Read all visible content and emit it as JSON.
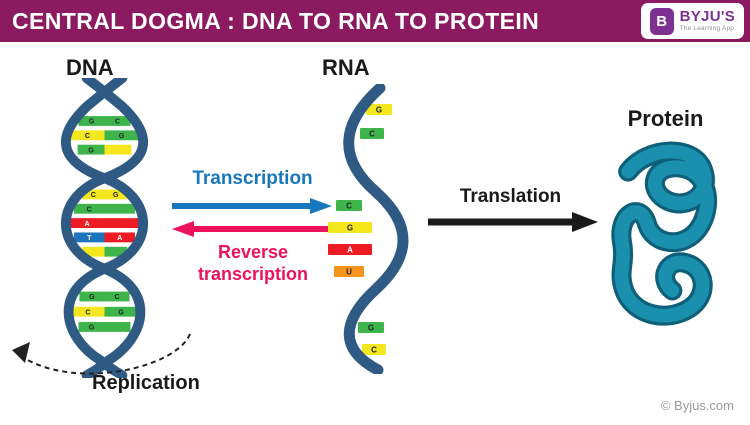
{
  "banner": {
    "title": "CENTRAL DOGMA : DNA TO RNA TO PROTEIN"
  },
  "logo": {
    "initial": "B",
    "brand": "BYJU'S",
    "tagline": "The Learning App"
  },
  "labels": {
    "dna": "DNA",
    "rna": "RNA",
    "protein": "Protein",
    "transcription": "Transcription",
    "reverse_transcription": "Reverse transcription",
    "translation": "Translation",
    "replication": "Replication"
  },
  "copyright": "© Byjus.com",
  "colors": {
    "banner_bg": "#8C1A60",
    "logo_purple": "#7D3091",
    "tagline_gray": "#8E8E8E",
    "transcription_blue": "#1878BE",
    "reverse_pink": "#EC135C",
    "arrow_black": "#1A1A1A",
    "strand_blue": "#2F5A84",
    "protein_teal": "#1B8FAE",
    "protein_outline": "#0E5F78",
    "base_green": "#3DB54A",
    "base_yellow": "#F5E71E",
    "base_red": "#ED1C24",
    "base_blue": "#1C75BC",
    "base_orange": "#F7941D",
    "text_dark": "#1A1A1A",
    "copyright_gray": "#9B9B9B"
  },
  "dna_base_pairs": [
    {
      "l": "G",
      "r": "C",
      "lc": "green",
      "rc": "green"
    },
    {
      "l": "C",
      "r": "G",
      "lc": "yellow",
      "rc": "green"
    },
    {
      "l": "G",
      "r": "",
      "lc": "green",
      "rc": "yellow"
    },
    {
      "l": "C",
      "r": "G",
      "lc": "yellow",
      "rc": "yellow"
    },
    {
      "l": "C",
      "r": "",
      "lc": "green",
      "rc": "green"
    },
    {
      "l": "A",
      "r": "",
      "lc": "red",
      "rc": "red"
    },
    {
      "l": "T",
      "r": "A",
      "lc": "blue",
      "rc": "red"
    },
    {
      "l": "",
      "r": "",
      "lc": "yellow",
      "rc": "green"
    },
    {
      "l": "G",
      "r": "C",
      "lc": "green",
      "rc": "green"
    },
    {
      "l": "C",
      "r": "G",
      "lc": "yellow",
      "rc": "green"
    },
    {
      "l": "G",
      "r": "",
      "lc": "green",
      "rc": "green"
    }
  ],
  "rna_bases": [
    {
      "t": "G",
      "c": "yellow"
    },
    {
      "t": "C",
      "c": "green"
    },
    {
      "t": "C",
      "c": "green"
    },
    {
      "t": "G",
      "c": "yellow"
    },
    {
      "t": "A",
      "c": "red"
    },
    {
      "t": "U",
      "c": "orange"
    },
    {
      "t": "G",
      "c": "green"
    },
    {
      "t": "C",
      "c": "yellow"
    }
  ]
}
